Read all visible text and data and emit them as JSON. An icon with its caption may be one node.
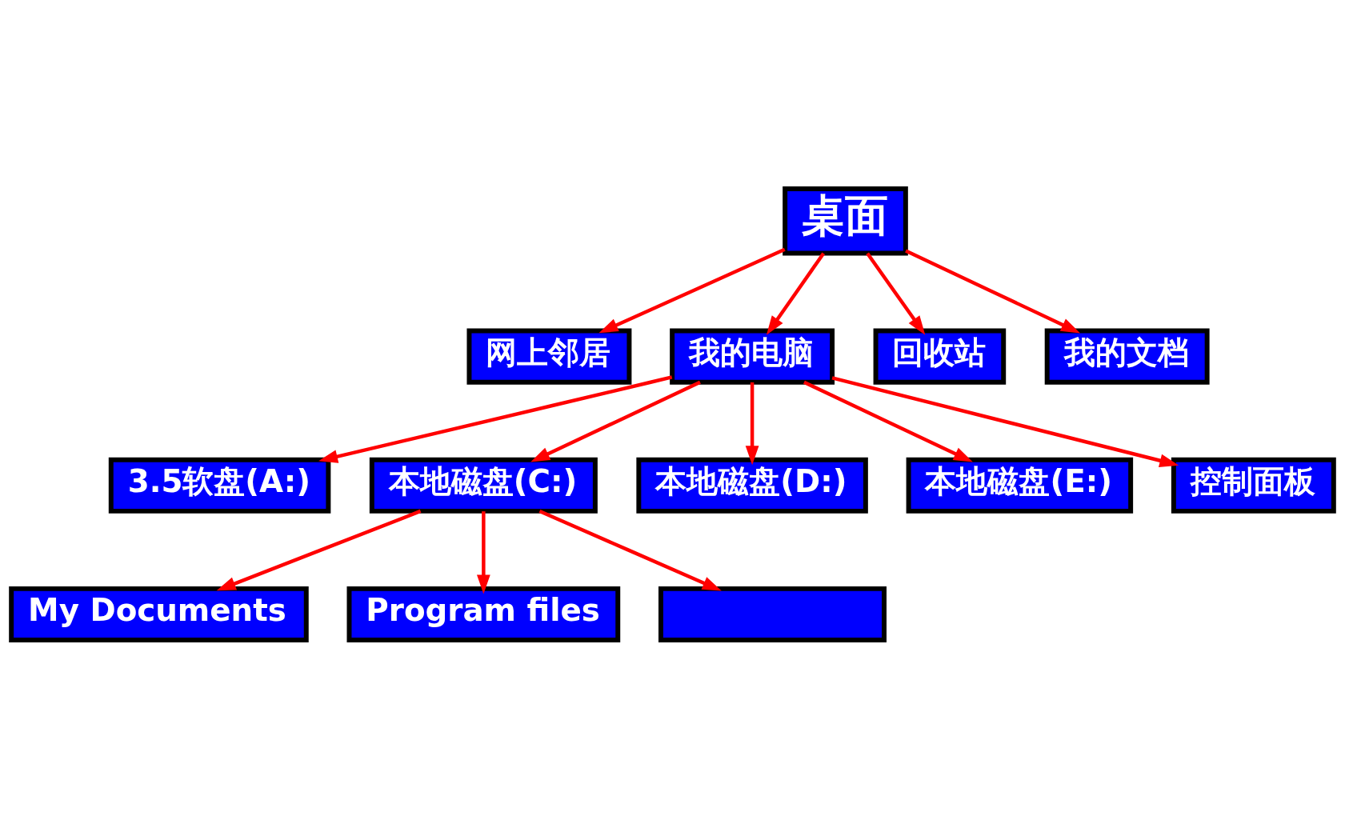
{
  "diagram": {
    "nodes": [
      {
        "text": [
          "桌面"
        ]
      },
      {
        "text": [
          "网上邻居"
        ]
      },
      {
        "text": [
          "我的电脑"
        ]
      },
      {
        "text": [
          "回收站"
        ]
      },
      {
        "text": [
          "我的文档"
        ]
      },
      {
        "text": [
          "3.5软盘(A:)"
        ]
      },
      {
        "text": [
          "本地磁盘(C:)"
        ]
      },
      {
        "text": [
          "本地磁盘(D:)"
        ]
      },
      {
        "text": [
          "本地磁盘(E:)"
        ]
      },
      {
        "text": [
          "控制面板"
        ]
      },
      {
        "text": [
          "My Documents"
        ]
      },
      {
        "text": [
          "Program files"
        ]
      },
      {
        "text": [],
        "shape": "box"
      }
    ],
    "edges": [
      {
        "from": 0,
        "to": 1,
        "arrow": "to"
      },
      {
        "from": 0,
        "to": 2,
        "arrow": "to"
      },
      {
        "from": 0,
        "to": 3,
        "arrow": "to"
      },
      {
        "from": 0,
        "to": 4,
        "arrow": "to"
      },
      {
        "from": 2,
        "to": 5,
        "arrow": "to"
      },
      {
        "from": 2,
        "to": 6,
        "arrow": "to"
      },
      {
        "from": 2,
        "to": 7,
        "arrow": "to"
      },
      {
        "from": 2,
        "to": 8,
        "arrow": "to"
      },
      {
        "from": 2,
        "to": 9,
        "arrow": "to"
      },
      {
        "from": 6,
        "to": 10,
        "arrow": "to"
      },
      {
        "from": 6,
        "to": 11,
        "arrow": "to"
      },
      {
        "from": 6,
        "to": 12,
        "arrow": "to"
      }
    ]
  }
}
